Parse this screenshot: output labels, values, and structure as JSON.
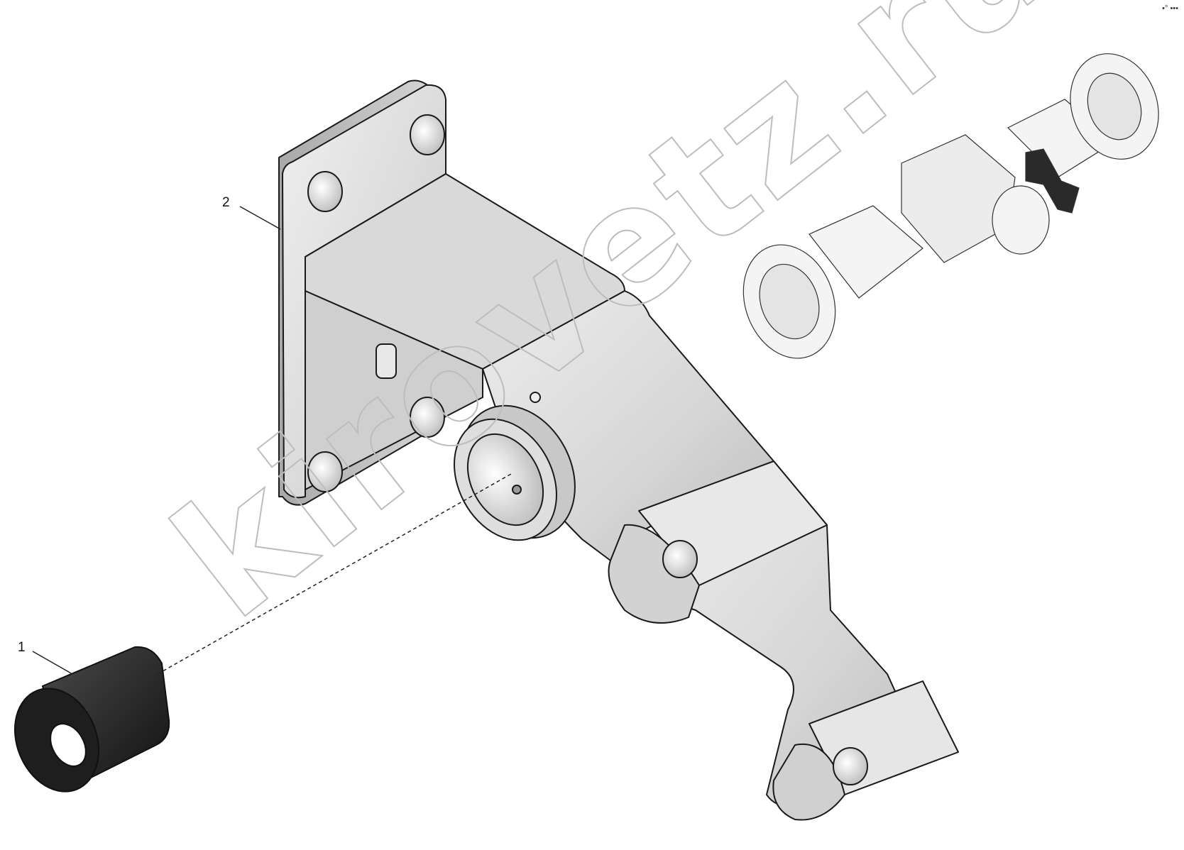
{
  "callouts": {
    "part_1": "1",
    "part_2": "2"
  },
  "watermark": "kirovetz.ru",
  "corner_mark": "•° •••",
  "colors": {
    "line": "#1a1a1a",
    "bracket_light": "#e2e2e2",
    "bracket_mid": "#c4c4c4",
    "bracket_dark": "#9a9a9a",
    "bushing": "#2a2a2a"
  }
}
